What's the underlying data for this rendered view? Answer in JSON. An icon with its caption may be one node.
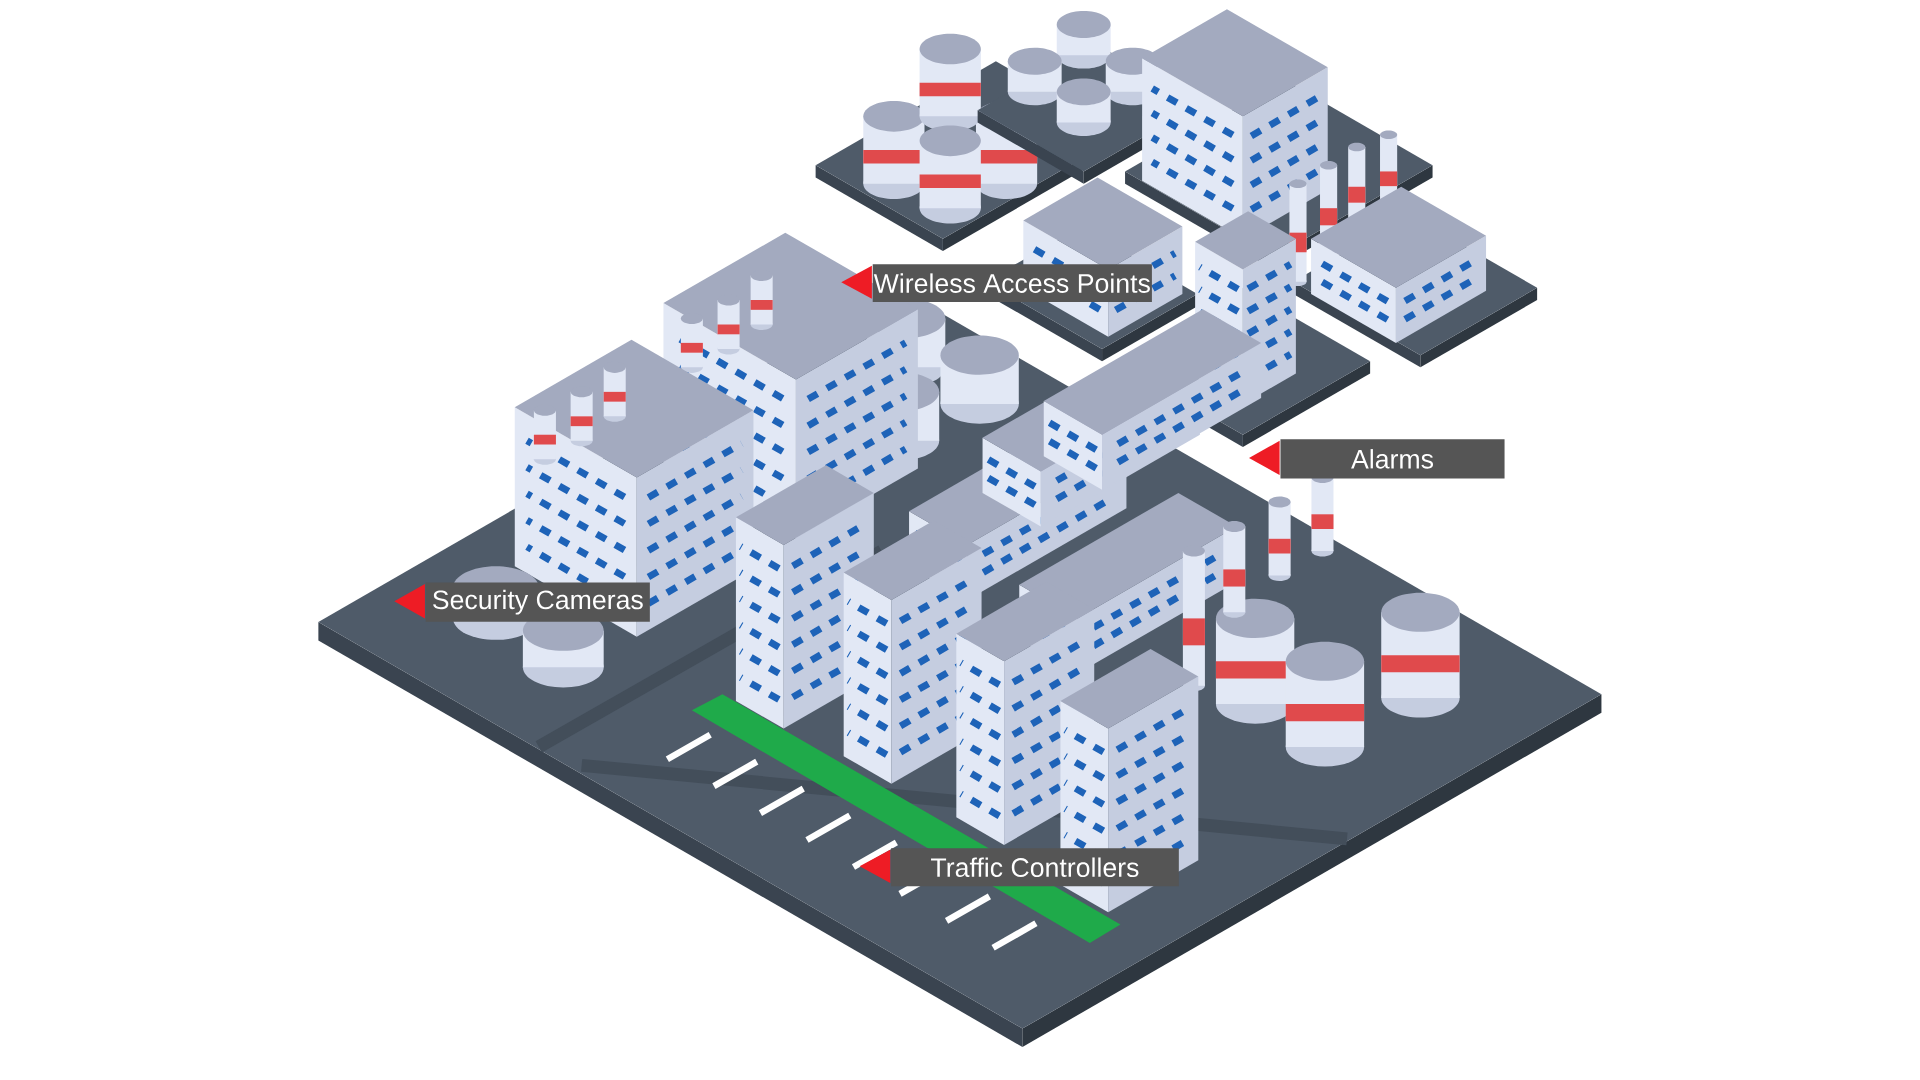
{
  "diagram": {
    "nodes": [
      {
        "text": [
          "Wireless Access Points"
        ]
      },
      {
        "text": [
          "Alarms"
        ]
      },
      {
        "text": [
          "Security Cameras"
        ]
      },
      {
        "text": [
          "Traffic Controllers"
        ]
      }
    ]
  }
}
